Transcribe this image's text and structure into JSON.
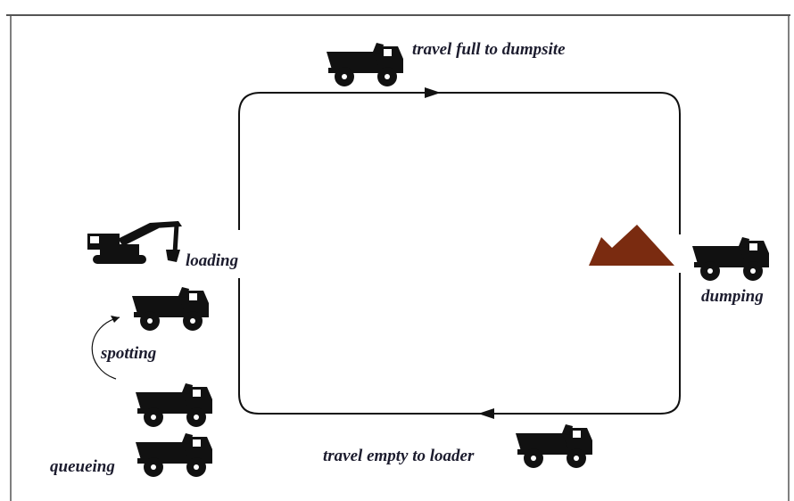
{
  "labels": {
    "travel_full": "travel full to dumpsite",
    "loading": "loading",
    "dumping": "dumping",
    "spotting": "spotting",
    "travel_empty": "travel empty to loader",
    "queueing": "queueing"
  },
  "icons": {
    "truck": "dump-truck-icon",
    "excavator": "excavator-icon",
    "pile": "dirt-pile-icon"
  },
  "colors": {
    "ink": "#1c1c2e",
    "vehicle": "#111111",
    "pile": "#7a2b10",
    "frame": "#555555"
  }
}
